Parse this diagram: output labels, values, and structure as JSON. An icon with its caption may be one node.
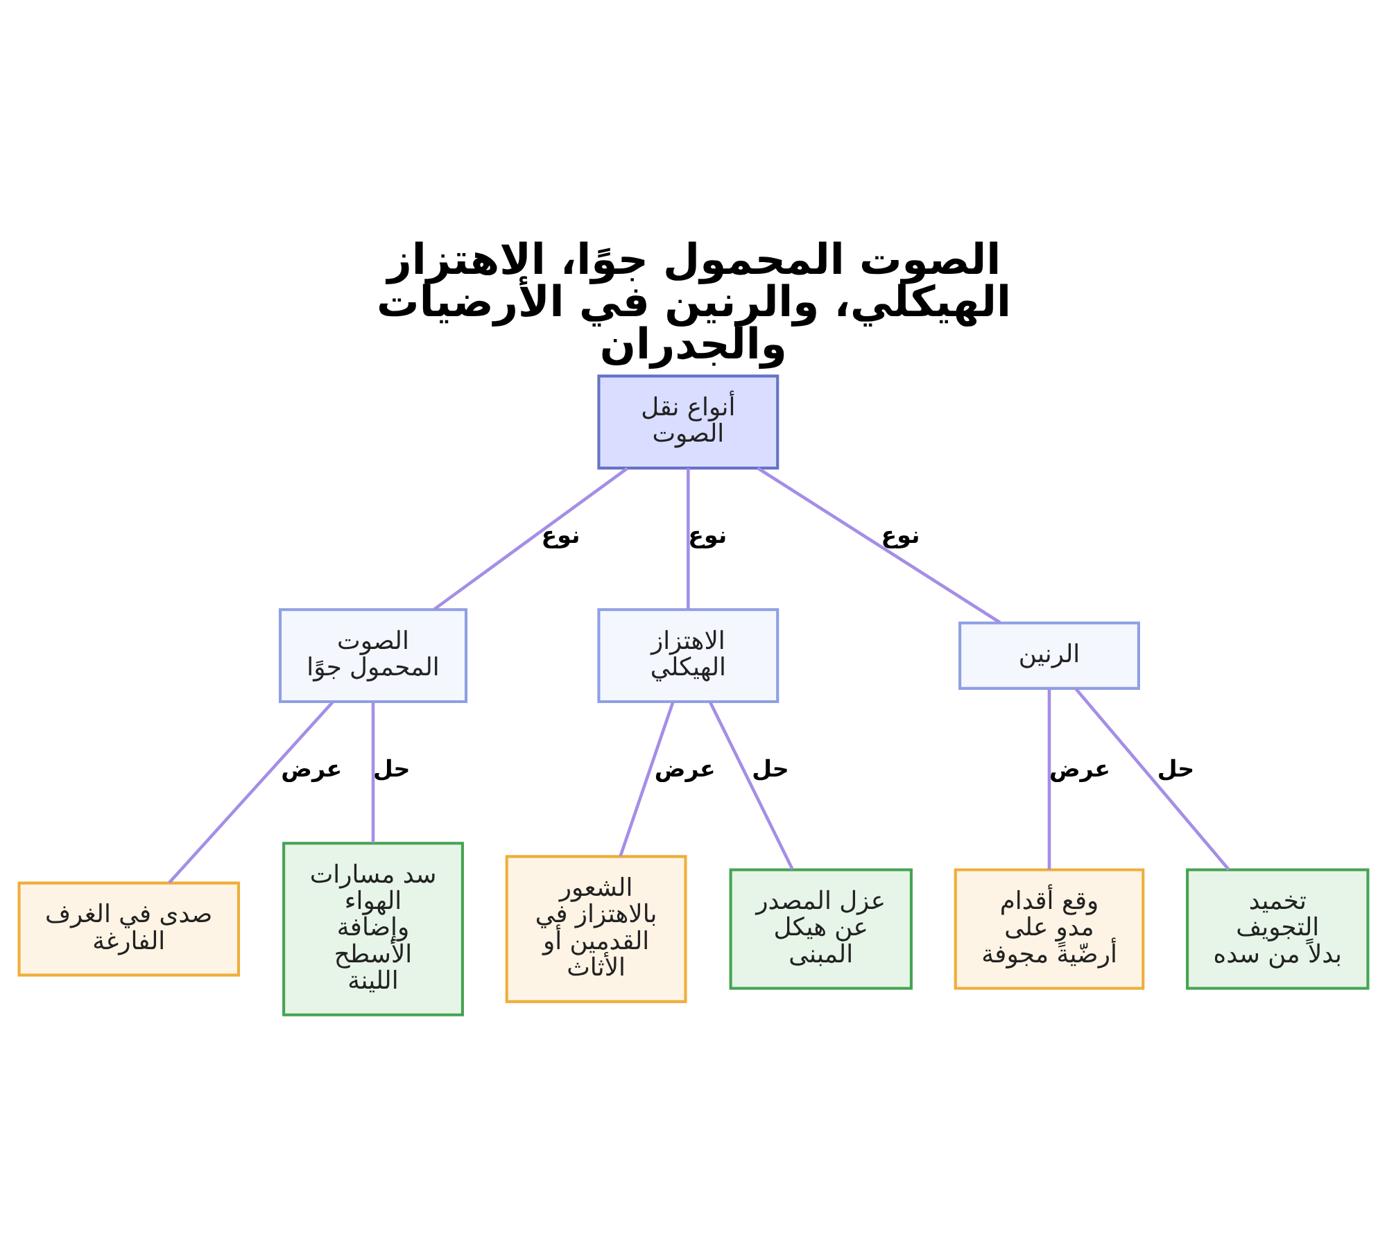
{
  "diagram": {
    "title": "الصوت المحمول جوًا، الاهتزاز الهيكلي، والرنين في الأرضيات والجدران",
    "nodes": [
      {
        "text": [
          "أنواع نقل الصوت"
        ]
      },
      {
        "text": [
          "الصوت المحمول جوًا"
        ]
      },
      {
        "text": [
          "الاهتزاز الهيكلي"
        ]
      },
      {
        "text": [
          "الرنين"
        ]
      },
      {
        "text": [
          "صدى في الغرف الفارغة"
        ]
      },
      {
        "text": [
          "سد مسارات الهواء وإضافة الأسطح اللينة"
        ]
      },
      {
        "text": [
          "الشعور بالاهتزاز في القدمين أو الأثاث"
        ]
      },
      {
        "text": [
          "عزل المصدر عن هيكل المبنى"
        ]
      },
      {
        "text": [
          "وقع أقدام مدوٍ على أرضّية مجوفة"
        ]
      },
      {
        "text": [
          "تخميد التجويف بدلاً من سده"
        ]
      }
    ],
    "edges": [
      {
        "from": 0,
        "to": 1,
        "arrow": "none",
        "label": "نوع"
      },
      {
        "from": 0,
        "to": 2,
        "arrow": "none",
        "label": "نوع"
      },
      {
        "from": 0,
        "to": 3,
        "arrow": "none",
        "label": "نوع"
      },
      {
        "from": 1,
        "to": 4,
        "arrow": "none",
        "label": "عرض"
      },
      {
        "from": 1,
        "to": 5,
        "arrow": "none",
        "label": "حل"
      },
      {
        "from": 2,
        "to": 6,
        "arrow": "none",
        "label": "عرض"
      },
      {
        "from": 2,
        "to": 7,
        "arrow": "none",
        "label": "حل"
      },
      {
        "from": 3,
        "to": 8,
        "arrow": "none",
        "label": "عرض"
      },
      {
        "from": 3,
        "to": 9,
        "arrow": "none",
        "label": "حل"
      }
    ]
  }
}
